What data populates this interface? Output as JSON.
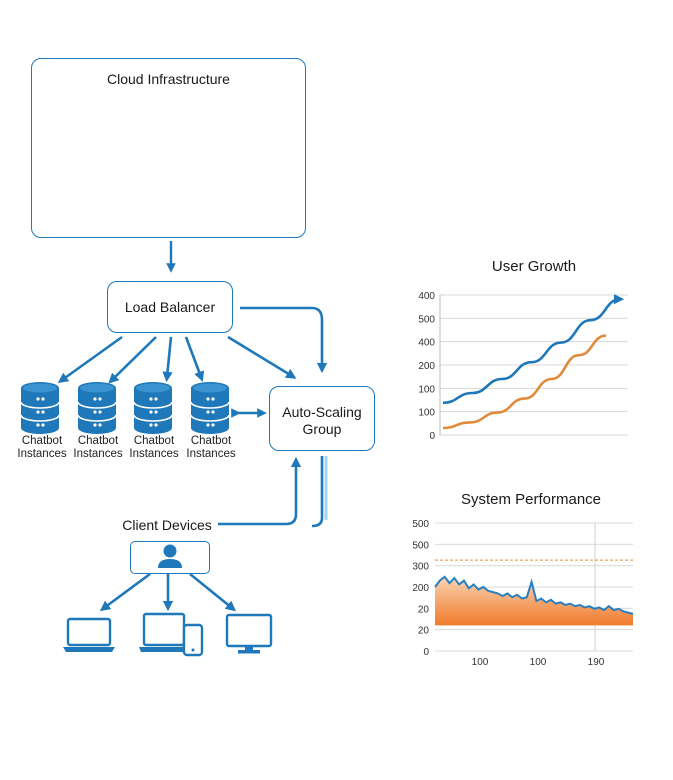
{
  "cloud": {
    "title": "Cloud Infrastructure"
  },
  "load_balancer": {
    "label": "Load Balancer"
  },
  "auto_scaling": {
    "line1": "Auto-Scaling",
    "line2": "Group"
  },
  "instances": [
    {
      "line1": "Chatbot",
      "line2": "Instances"
    },
    {
      "line1": "Chatbot",
      "line2": "Instances"
    },
    {
      "line1": "Chatbot",
      "line2": "Instances"
    },
    {
      "line1": "Chatbot",
      "line2": "Instances"
    }
  ],
  "client_devices": {
    "label": "Client Devices"
  },
  "colors": {
    "primary": "#1f78b9",
    "orange": "#e08a3c",
    "fill_orange": "#f07a2a"
  },
  "icons": [
    "cloud-icon",
    "database-icon",
    "user-icon",
    "laptop-icon",
    "tablet-icon",
    "phone-icon",
    "monitor-icon"
  ],
  "chart_data": [
    {
      "type": "line",
      "title": "User Growth",
      "y_tick_labels": [
        "400",
        "500",
        "400",
        "200",
        "100",
        "100",
        "0"
      ],
      "series": [
        {
          "color": "#1f78b9",
          "values": [
            0.23,
            0.3,
            0.4,
            0.52,
            0.66,
            0.82,
            0.97
          ]
        },
        {
          "color": "#e08a3c",
          "values": [
            0.05,
            0.09,
            0.16,
            0.26,
            0.4,
            0.57,
            0.71
          ]
        }
      ],
      "arrow_on_series": 0
    },
    {
      "type": "area",
      "title": "System Performance",
      "y_tick_labels": [
        "500",
        "500",
        "300",
        "200",
        "20",
        "20",
        "0"
      ],
      "x_tick_labels": [
        "100",
        "100",
        "190"
      ],
      "reference_line_level": 0.71,
      "series": [
        {
          "color": "#2a7fc0",
          "fill": "#f07a2a",
          "values": [
            0.5,
            0.55,
            0.58,
            0.53,
            0.57,
            0.52,
            0.55,
            0.49,
            0.52,
            0.48,
            0.5,
            0.47,
            0.46,
            0.45,
            0.43,
            0.45,
            0.42,
            0.44,
            0.41,
            0.42,
            0.54,
            0.39,
            0.41,
            0.38,
            0.4,
            0.37,
            0.38,
            0.36,
            0.37,
            0.35,
            0.36,
            0.34,
            0.35,
            0.33,
            0.34,
            0.32,
            0.35,
            0.32,
            0.33,
            0.31,
            0.3,
            0.29
          ]
        }
      ]
    }
  ]
}
